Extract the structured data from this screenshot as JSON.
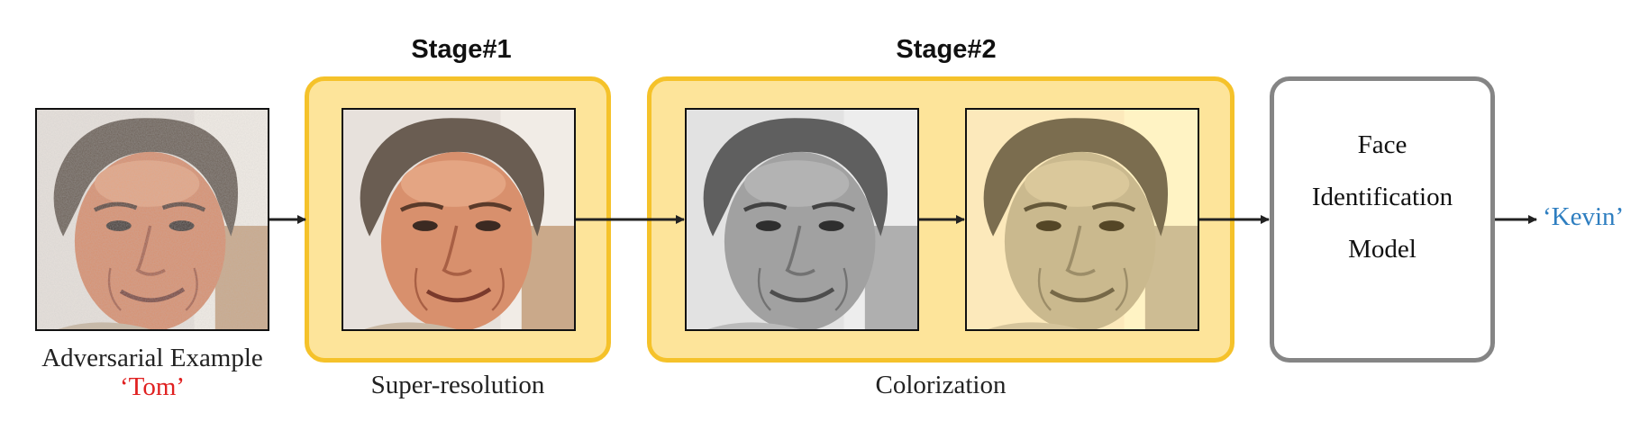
{
  "stages": [
    {
      "title": "Stage#1",
      "caption": "Super-resolution"
    },
    {
      "title": "Stage#2",
      "caption": "Colorization"
    }
  ],
  "input": {
    "caption": "Adversarial Example",
    "label": "‘Tom’",
    "label_color": "#e02020"
  },
  "model": {
    "lines": [
      "Face",
      "Identification",
      "Model"
    ]
  },
  "output": {
    "label": "‘Kevin’",
    "label_color": "#2e7ec0"
  },
  "colors": {
    "stage_fill": "#fde49a",
    "stage_border": "#f5c22a",
    "model_border": "#858585"
  },
  "images": [
    {
      "name": "adversarial-face-image",
      "style": "noisy-color"
    },
    {
      "name": "super-resolved-face-image",
      "style": "color"
    },
    {
      "name": "grayscale-face-image",
      "style": "grayscale"
    },
    {
      "name": "colorized-face-image",
      "style": "sepia"
    }
  ]
}
